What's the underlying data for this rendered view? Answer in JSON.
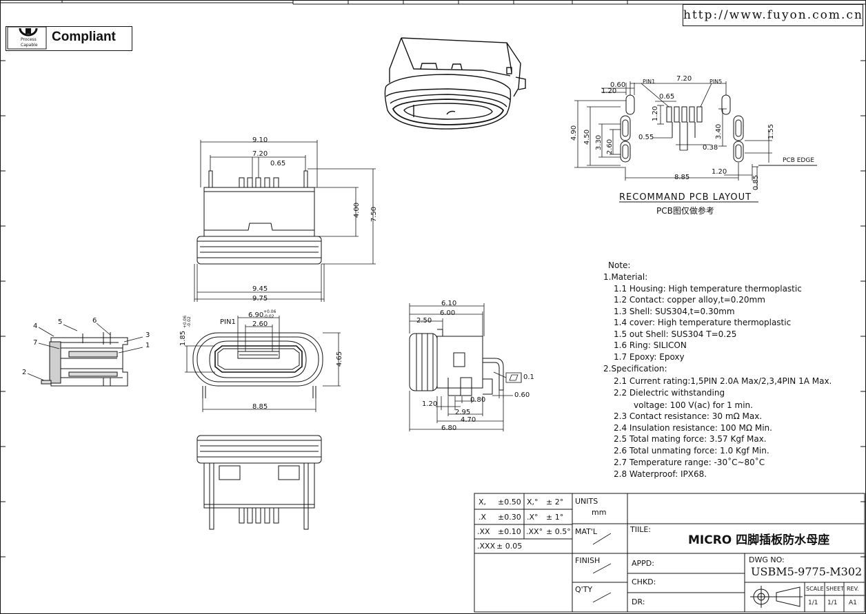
{
  "url": "http://www.fuyon.com.cn",
  "logo": {
    "compliant": "Compliant",
    "sub1": "Process",
    "sub2": "Capable"
  },
  "top_view": {
    "d1": "9.10",
    "d2": "7.20",
    "d3": "0.65",
    "d4": "4.00",
    "d5": "7.50",
    "d6": "9.45",
    "d7": "9.75"
  },
  "front_view": {
    "pin1": "PIN1",
    "d1": "6.90",
    "d1_tol_up": "+0.06",
    "d1_tol_dn": "-0.02",
    "d2": "2.60",
    "d3": "1.85",
    "d3_tol_up": "+0.06",
    "d3_tol_dn": "-0.02",
    "d4": "4.65",
    "d5": "8.85"
  },
  "section_labels": [
    "1",
    "2",
    "3",
    "4",
    "5",
    "6",
    "7"
  ],
  "side_view": {
    "d1": "6.10",
    "d2": "6.00",
    "d3": "2.50",
    "d4": "1.20",
    "d5": "0.80",
    "d6": "0.60",
    "d7": "2.95",
    "d8": "4.70",
    "d9": "6.80",
    "flatness": "0.1"
  },
  "pcb_layout": {
    "pin1": "PIN1",
    "pin5": "PIN5",
    "d_060": "0.60",
    "d_120a": "1.20",
    "d_720": "7.20",
    "d_065": "0.65",
    "d_120b": "1.20",
    "d_490": "4.90",
    "d_450": "4.50",
    "d_330": "3.30",
    "d_260": "2.60",
    "d_055": "0.55",
    "d_038": "0.38",
    "d_340": "3.40",
    "d_155": "1.55",
    "d_120c": "1.20",
    "d_885": "8.85",
    "d_085": "0.85",
    "pcb_edge": "PCB EDGE",
    "title": "RECOMMAND PCB LAYOUT",
    "subtitle": "PCB图仅做参考"
  },
  "notes": {
    "heading": "Note:",
    "lines": [
      "1.Material:",
      "1.1  Housing:   High  temperature   thermoplastic",
      "1.2  Contact:  copper  alloy,t=0.20mm",
      "1.3  Shell:  SUS304,t=0.30mm",
      "1.4  cover: High  temperature    thermoplastic",
      "1.5  out  Shell:  SUS304  T=0.25",
      "1.6  Ring:  SILICON",
      "1.7  Epoxy:  Epoxy",
      "2.Specification:",
      "2.1  Current  rating:1,5PIN  2.0A  Max/2,3,4PIN  1A  Max.",
      "2.2  Dielectric  withstanding",
      "voltage:  100  V(ac)  for  1  min.",
      "2.3  Contact  resistance:  30  mΩ  Max.",
      "2.4  Insulation  resistance:  100  MΩ  Min.",
      "2.5  Total  mating  force:  3.57  Kgf  Max.",
      "2.6  Total  unmating  force:  1.0  Kgf  Min.",
      "2.7  Temperature  range:  -30˚C~80˚C",
      "2.8  Waterproof:  IPX68."
    ]
  },
  "title_block": {
    "tol": [
      {
        "k": "X,",
        "v": "±0.50",
        "ak": "X,°",
        "av": "± 2°"
      },
      {
        "k": ".X",
        "v": "±0.30",
        "ak": ".X°",
        "av": "± 1°"
      },
      {
        "k": ".XX",
        "v": "±0.10",
        "ak": ".XX°",
        "av": "± 0.5°"
      },
      {
        "k": ".XXX",
        "v": "± 0.05"
      }
    ],
    "units_label": "UNITS",
    "units_value": "mm",
    "matl": "MAT'L",
    "finish": "FINISH",
    "qty": "Q'TY",
    "title_label": "TIILE:",
    "title_value": "MICRO 四脚插板防水母座",
    "appd": "APPD:",
    "chkd": "CHKD:",
    "dr": "DR:",
    "dwg_label": "DWG NO:",
    "dwg_no": "USBM5-9775-M302",
    "scale": "SCALE",
    "sheet": "SHEET",
    "rev": "REV.",
    "scale_v": "1/1",
    "sheet_v": "1/1",
    "rev_v": "A1"
  }
}
